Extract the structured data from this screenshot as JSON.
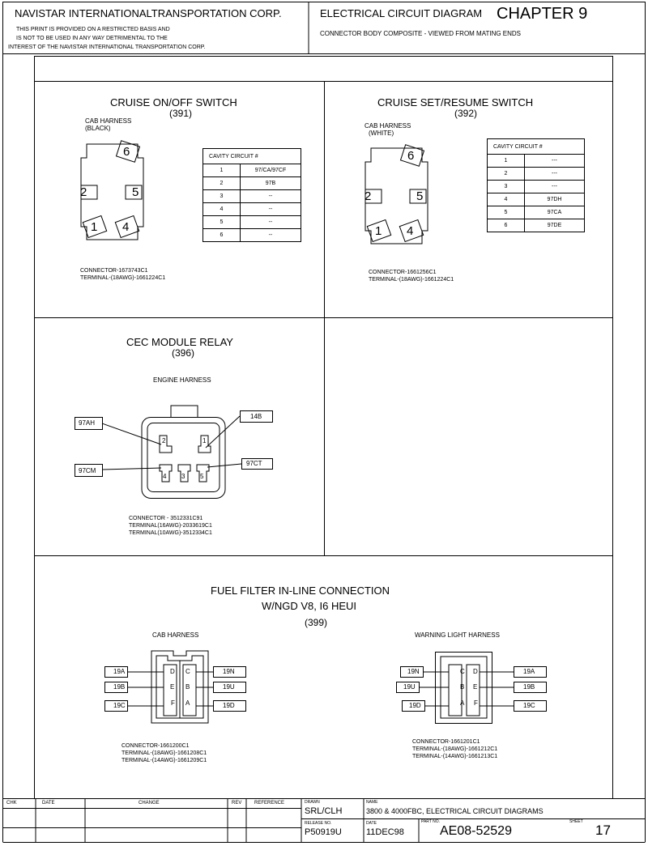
{
  "header": {
    "company": "NAVISTAR INTERNATIONALTRANSPORTATION CORP.",
    "notice_1": "THIS PRINT IS PROVIDED ON A RESTRICTED BASIS AND",
    "notice_2": "IS NOT TO BE USED IN ANY WAY DETRIMENTAL TO THE",
    "notice_3": "INTEREST OF THE NAVISTAR INTERNATIONAL TRANSPORTATION CORP.",
    "diagram_title": "ELECTRICAL CIRCUIT DIAGRAM",
    "chapter": "CHAPTER 9",
    "subtitle": "CONNECTOR BODY COMPOSITE - VIEWED FROM MATING ENDS"
  },
  "cruise_onoff": {
    "title": "CRUISE ON/OFF SWITCH",
    "number": "(391)",
    "harness_1": "CAB HARNESS",
    "harness_2": "(BLACK)",
    "pins": [
      "6",
      "2",
      "5",
      "1",
      "4"
    ],
    "table_header": "CAVITY CIRCUIT #",
    "rows": [
      [
        "1",
        "97/CA/97CF"
      ],
      [
        "2",
        "97B"
      ],
      [
        "3",
        "--"
      ],
      [
        "4",
        "--"
      ],
      [
        "5",
        "--"
      ],
      [
        "6",
        "--"
      ]
    ],
    "connector": "CONNECTOR-1673743C1",
    "terminal": "TERMINAL-(18AWG)-1661224C1"
  },
  "cruise_setresume": {
    "title": "CRUISE SET/RESUME SWITCH",
    "number": "(392)",
    "harness_1": "CAB HARNESS",
    "harness_2": "(WHITE)",
    "pins": [
      "6",
      "2",
      "5",
      "1",
      "4"
    ],
    "table_header": "CAVITY CIRCUIT #",
    "rows": [
      [
        "1",
        "---"
      ],
      [
        "2",
        "---"
      ],
      [
        "3",
        "---"
      ],
      [
        "4",
        "97DH"
      ],
      [
        "5",
        "97CA"
      ],
      [
        "6",
        "97DE"
      ]
    ],
    "connector": "CONNECTOR-1661256C1",
    "terminal": "TERMINAL-(18AWG)-1661224C1"
  },
  "cec_relay": {
    "title": "CEC MODULE RELAY",
    "number": "(396)",
    "harness": "ENGINE HARNESS",
    "pins": [
      "2",
      "1",
      "4",
      "3",
      "5"
    ],
    "labels": [
      "97AH",
      "14B",
      "97CM",
      "97CT"
    ],
    "connector": "CONNECTOR - 3512331C91",
    "terminal_1": "TERMINAL(16AWG)-2033619C1",
    "terminal_2": "TERMINAL(10AWG)-3512334C1"
  },
  "fuel_filter": {
    "title_1": "FUEL FILTER IN-LINE CONNECTION",
    "title_2": "W/NGD V8, I6 HEUI",
    "number": "(399)",
    "cab": {
      "harness": "CAB HARNESS",
      "left_labels": [
        "19A",
        "19B",
        "19C"
      ],
      "right_labels": [
        "19N",
        "19U",
        "19D"
      ],
      "pins_left": [
        "D",
        "E",
        "F"
      ],
      "pins_right": [
        "C",
        "B",
        "A"
      ],
      "connector": "CONNECTOR-1661200C1",
      "terminal_1": "TERMINAL-(18AWG)-1661208C1",
      "terminal_2": "TERMINAL-(14AWG)-1661209C1"
    },
    "warning": {
      "harness": "WARNING LIGHT HARNESS",
      "left_labels": [
        "19N",
        "19U",
        "19D"
      ],
      "right_labels": [
        "19A",
        "19B",
        "19C"
      ],
      "pins_left": [
        "C",
        "B",
        "A"
      ],
      "pins_right": [
        "D",
        "E",
        "F"
      ],
      "connector": "CONNECTOR-1661201C1",
      "terminal_1": "TERMINAL-(18AWG)-1661212C1",
      "terminal_2": "TERMINAL-(14AWG)-1661213C1"
    }
  },
  "footer": {
    "chk": "CHK",
    "date": "DATE",
    "change": "CHANGE",
    "rev": "REV",
    "reference": "REFERENCE",
    "drawn_label": "DRAWN",
    "drawn": "SRL/CLH",
    "name_label": "NAME",
    "name": "3800 & 4000FBC, ELECTRICAL CIRCUIT DIAGRAMS",
    "release_label": "RELEASE NO.",
    "release": "P50919U",
    "date_label": "DATE",
    "date_value": "11DEC98",
    "part_label": "PART NO.",
    "part": "AE08-52529",
    "sheet_label": "SHEET",
    "sheet": "17"
  }
}
